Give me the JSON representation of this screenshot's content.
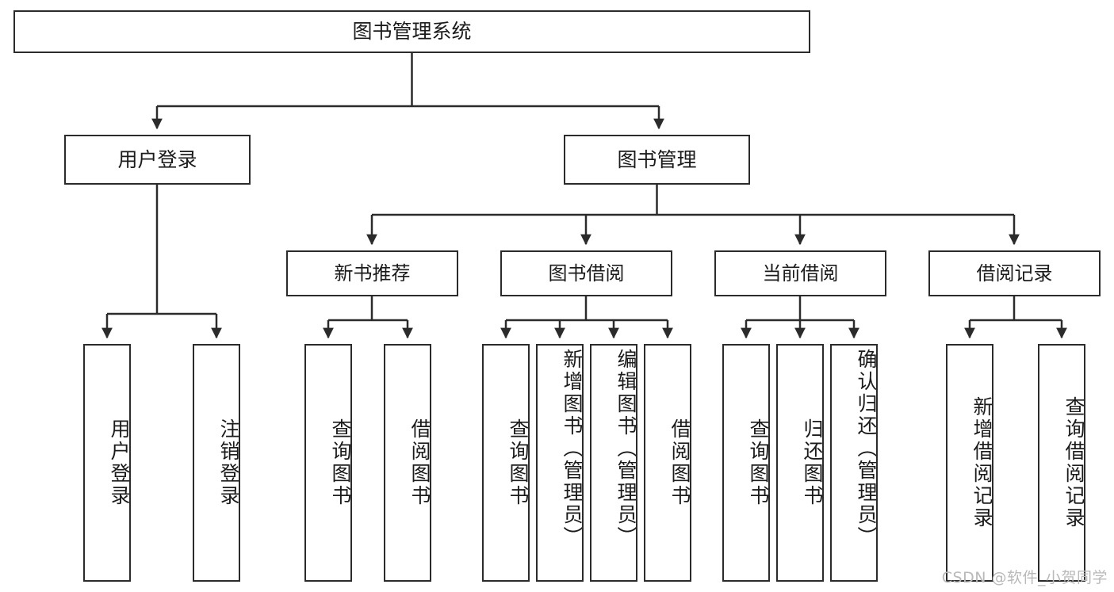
{
  "diagram": {
    "title": "图书管理系统",
    "watermark": "CSDN @软件_小贺同学",
    "colors": {
      "stroke": "#2b2b2b",
      "fill": "#ffffff",
      "text": "#1b1b1b",
      "watermark": "#b9b9b9"
    },
    "nodes": {
      "root": {
        "label": "图书管理系统"
      },
      "level1": [
        {
          "label": "用户登录"
        },
        {
          "label": "图书管理"
        }
      ],
      "level2": [
        {
          "label": "新书推荐"
        },
        {
          "label": "图书借阅"
        },
        {
          "label": "当前借阅"
        },
        {
          "label": "借阅记录"
        }
      ],
      "leaves_user_login": [
        {
          "label": "用户登录"
        },
        {
          "label": "注销登录"
        }
      ],
      "leaves_new_books": [
        {
          "label": "查询图书"
        },
        {
          "label": "借阅图书"
        }
      ],
      "leaves_borrow": [
        {
          "label": "查询图书"
        },
        {
          "label": "新增图书（管理员）"
        },
        {
          "label": "编辑图书（管理员）"
        },
        {
          "label": "借阅图书"
        }
      ],
      "leaves_current": [
        {
          "label": "查询图书"
        },
        {
          "label": "归还图书"
        },
        {
          "label": "确认归还（管理员）"
        }
      ],
      "leaves_records": [
        {
          "label": "新增借阅记录"
        },
        {
          "label": "查询借阅记录"
        }
      ]
    }
  }
}
